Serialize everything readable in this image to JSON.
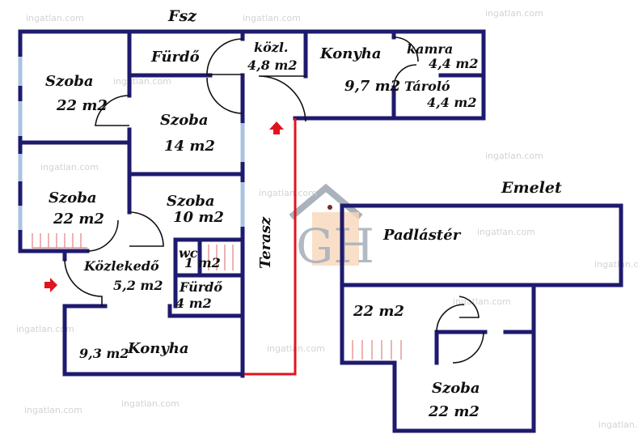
{
  "floors": {
    "ground": "Fsz",
    "upper": "Emelet"
  },
  "rooms": {
    "szoba_nw": {
      "name": "Szoba",
      "area": "22 m2"
    },
    "szoba_w": {
      "name": "Szoba",
      "area": "22 m2"
    },
    "furdo_top": {
      "name": "Fürdő"
    },
    "kozl_top": {
      "name": "közl.",
      "area": "4,8 m2"
    },
    "konyha_top": {
      "name": "Konyha",
      "area": "9,7 m2"
    },
    "kamra": {
      "name": "kamra",
      "area": "4,4 m2"
    },
    "tarolo": {
      "name": "Tároló",
      "area": "4,4 m2"
    },
    "szoba_mid": {
      "name": "Szoba",
      "area": "14 m2"
    },
    "szoba_small": {
      "name": "Szoba",
      "area": "10 m2"
    },
    "kozlekedo": {
      "name": "Közlekedő",
      "area": "5,2 m2"
    },
    "wc": {
      "name": "wc",
      "area": "1 m2"
    },
    "furdo_bottom": {
      "name": "Fürdő",
      "area": "4 m2"
    },
    "konyha_bottom": {
      "name": "Konyha",
      "area": "9,3 m2"
    },
    "terasz": {
      "name": "Terasz"
    },
    "padlaster": {
      "name": "Padlástér"
    },
    "upper_room": {
      "area": "22 m2"
    },
    "szoba_upper": {
      "name": "Szoba",
      "area": "22 m2"
    }
  },
  "watermark": {
    "text": "ingatlan.com",
    "logo": "GH"
  },
  "colors": {
    "wall": "#1e1a6e",
    "terrace": "#e0141e",
    "window": "#a9c3e0",
    "logo_orange": "#f3b98c",
    "logo_gray": "#8d99a6"
  },
  "icons": {
    "entrance": "arrow-right-icon",
    "terrace_entry": "arrow-up-icon"
  }
}
